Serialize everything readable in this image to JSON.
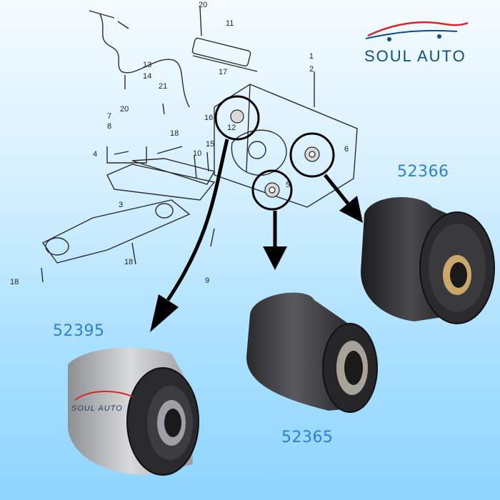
{
  "brand": {
    "name": "SOUL AUTO",
    "logo_icon": "car-silhouette-icon",
    "brand_color": "#0b4f86",
    "accent_color": "#d7262b"
  },
  "diagram": {
    "callouts": [
      "1",
      "2",
      "3",
      "4",
      "5",
      "6",
      "7",
      "8",
      "9",
      "10",
      "11",
      "12",
      "13",
      "14",
      "15",
      "16",
      "17",
      "18",
      "18",
      "18",
      "20",
      "20",
      "21"
    ]
  },
  "parts": [
    {
      "id": "part-52366",
      "number": "52366"
    },
    {
      "id": "part-52365",
      "number": "52365"
    },
    {
      "id": "part-52395",
      "number": "52395"
    }
  ],
  "watermark": {
    "text": "SOUL AUTO"
  },
  "colors": {
    "label": "#2f7fd2",
    "arrow": "#000000",
    "rubber": "#2a2a2c",
    "metal": "#b9babc"
  }
}
